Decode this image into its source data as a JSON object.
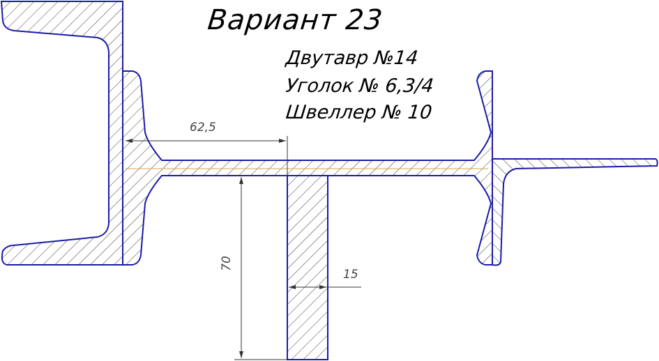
{
  "title": "Вариант 23",
  "profiles": {
    "ibeam": "Двутавр №14",
    "angle": "Уголок № 6,3/4",
    "channel": "Швеллер № 10"
  },
  "dimensions": {
    "horizontal": "62,5",
    "vertical": "70",
    "thickness": "15"
  },
  "colors": {
    "outline": "#1a1aa8",
    "hatch": "#3a3a3a",
    "dim_line": "#333333",
    "axis": "#d4a24a"
  }
}
